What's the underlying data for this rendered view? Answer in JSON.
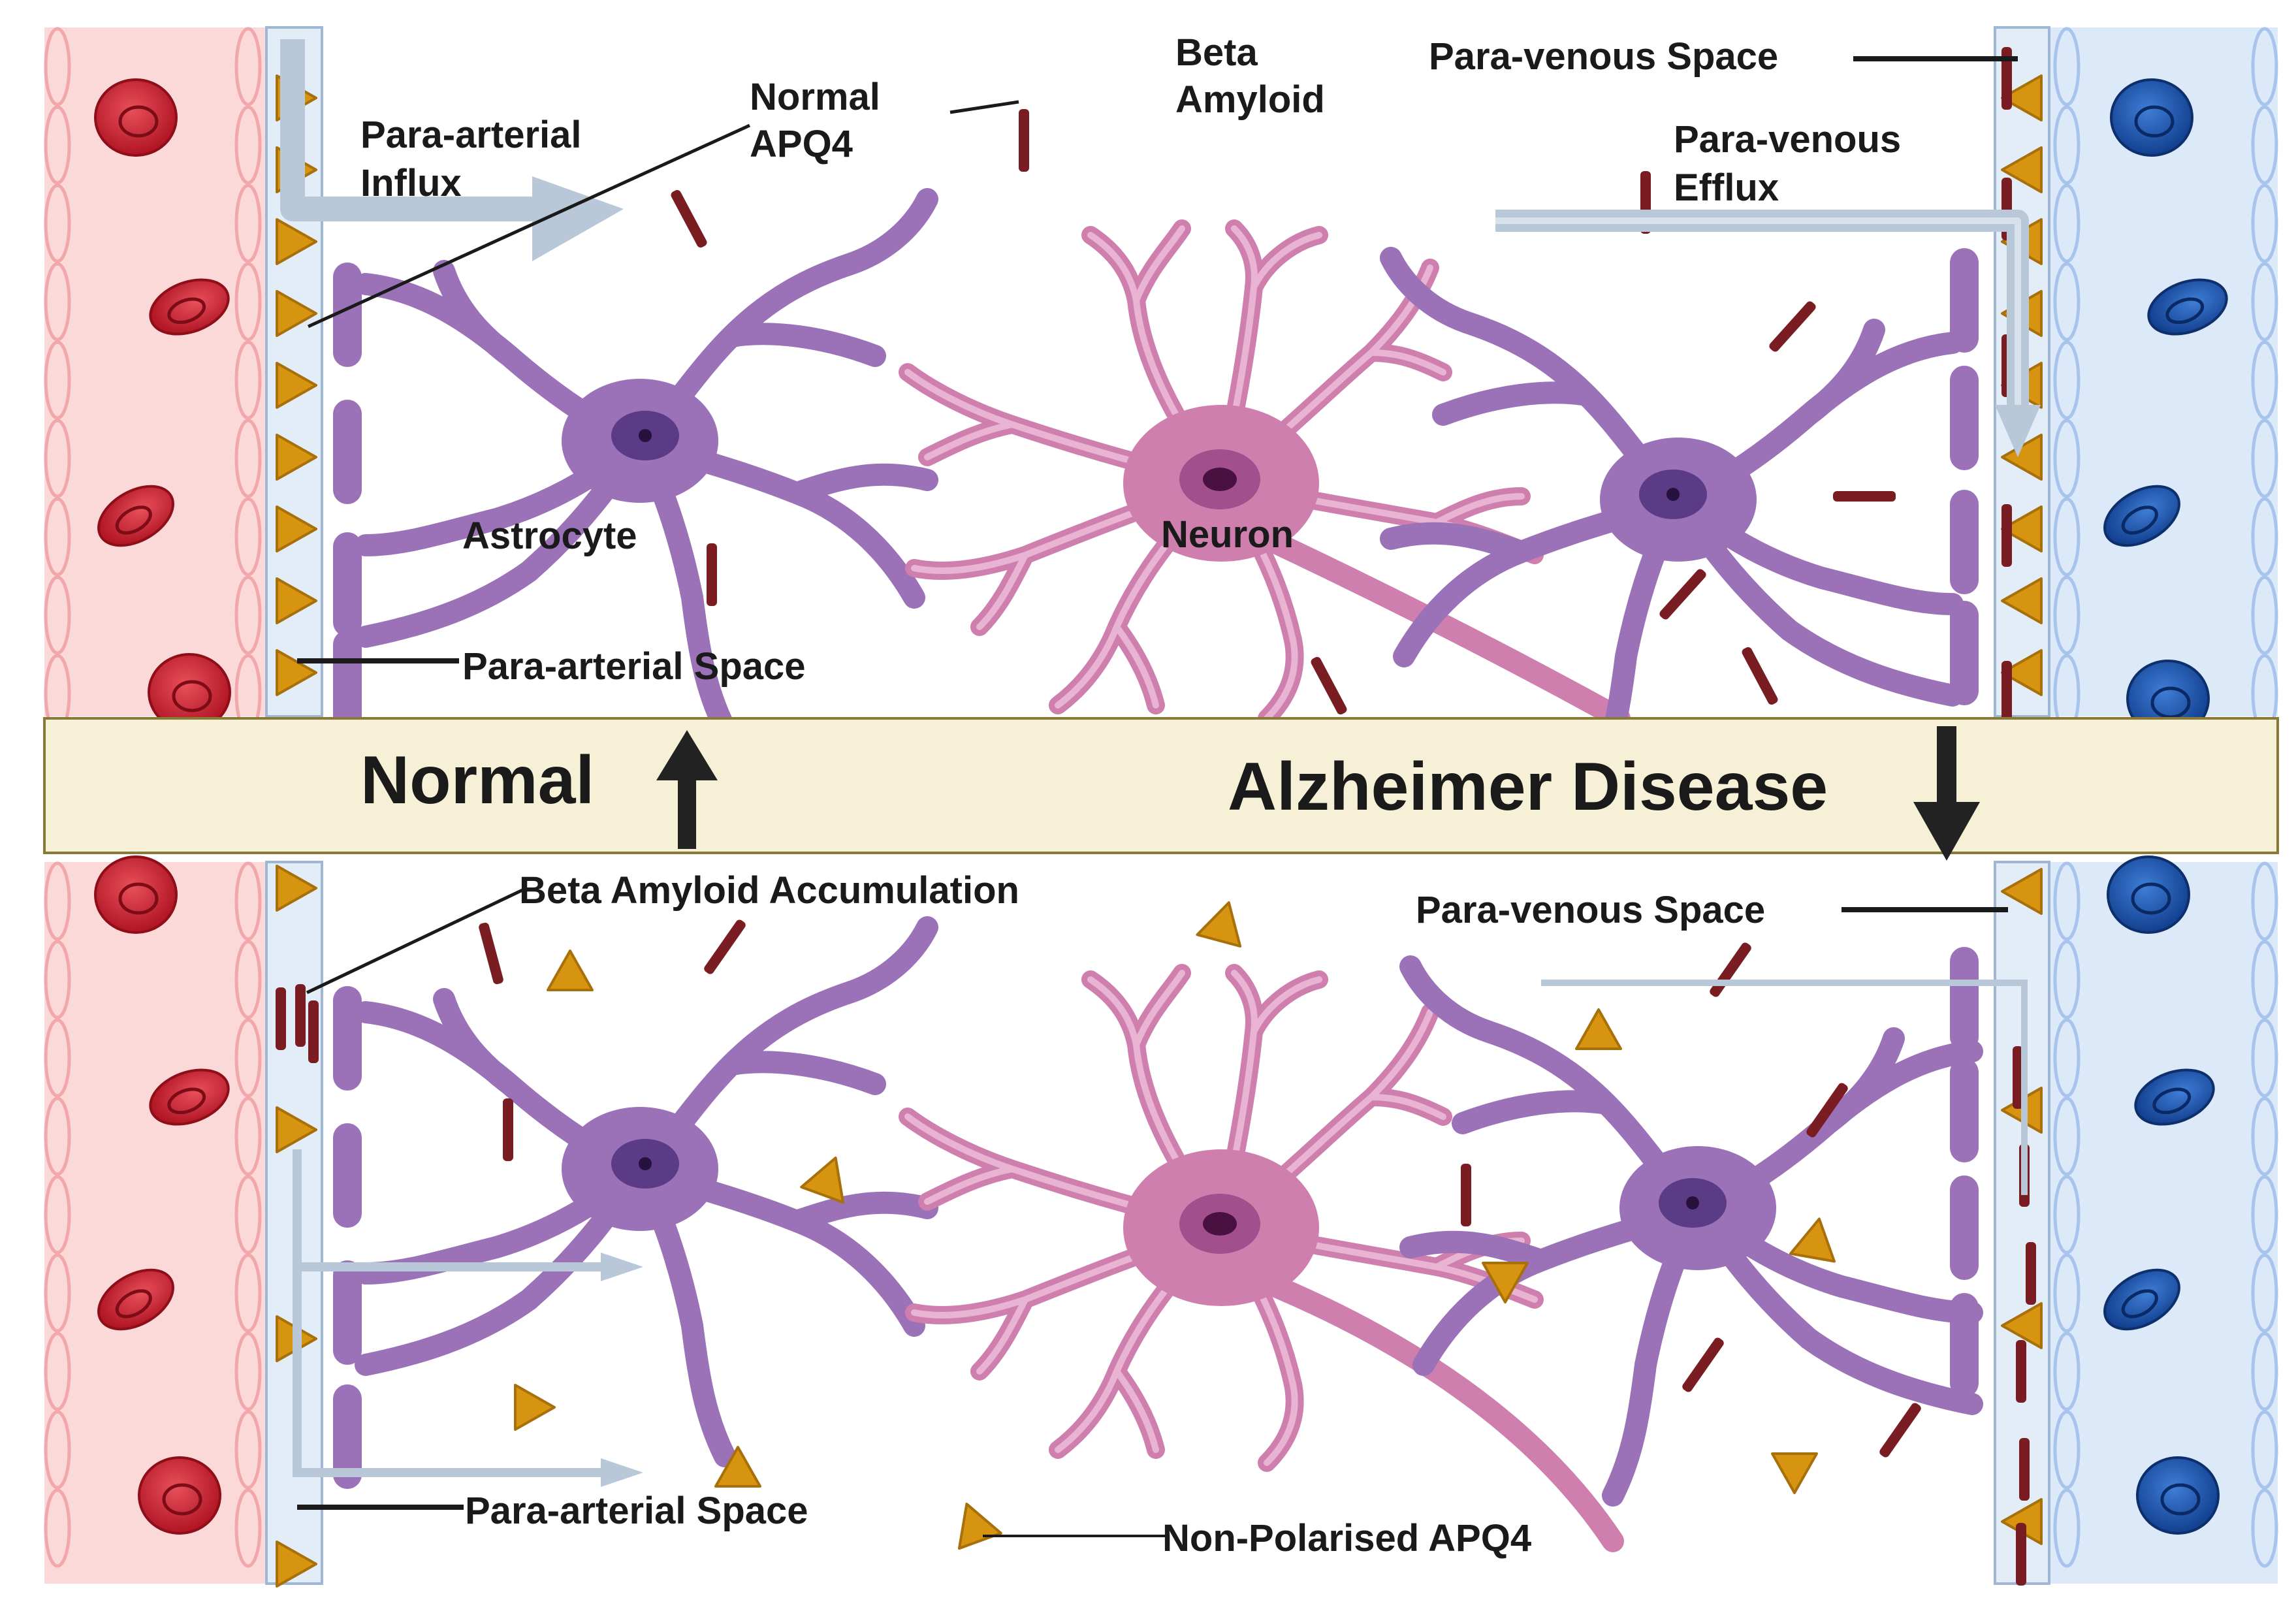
{
  "labels": {
    "beta_amyloid_line1": "Beta",
    "beta_amyloid_line2": "Amyloid",
    "normal_apq4_line1": "Normal",
    "normal_apq4_line2": "APQ4",
    "para_arterial_influx_line1": "Para-arterial",
    "para_arterial_influx_line2": "Influx",
    "para_venous_space_top": "Para-venous Space",
    "para_venous_efflux_line1": "Para-venous",
    "para_venous_efflux_line2": "Efflux",
    "astrocyte": "Astrocyte",
    "neuron": "Neuron",
    "para_arterial_space_top": "Para-arterial Space",
    "normal_title": "Normal",
    "alzheimer_title": "Alzheimer Disease",
    "beta_amyloid_accumulation": "Beta Amyloid Accumulation",
    "para_venous_space_bottom": "Para-venous Space",
    "para_arterial_space_bottom": "Para-arterial Space",
    "non_polarised_apq4": "Non-Polarised APQ4"
  },
  "colors": {
    "artery_bg": "#fbd9d9",
    "artery_cell": "#f2a7ab",
    "rbc_red": "#c8202e",
    "vein_bg": "#dce9f9",
    "vein_cell": "#a8c4ec",
    "rbc_blue": "#1f59b3",
    "band": "#f6f1d6",
    "band_border": "#8a7a3a",
    "astrocyte": "#9b72b8",
    "astrocyte_nucleus": "#5b3a86",
    "neuron": "#cf7fae",
    "neuron_nucleus": "#7e2c6c",
    "amyloid": "#7a1d22",
    "apq4": "#d79410",
    "flow_arrow": "#b9c8d8"
  },
  "icons": [
    "red-blood-cell-icon",
    "blue-blood-cell-icon",
    "arrow-up-icon",
    "arrow-down-icon",
    "astrocyte-icon",
    "neuron-icon"
  ]
}
